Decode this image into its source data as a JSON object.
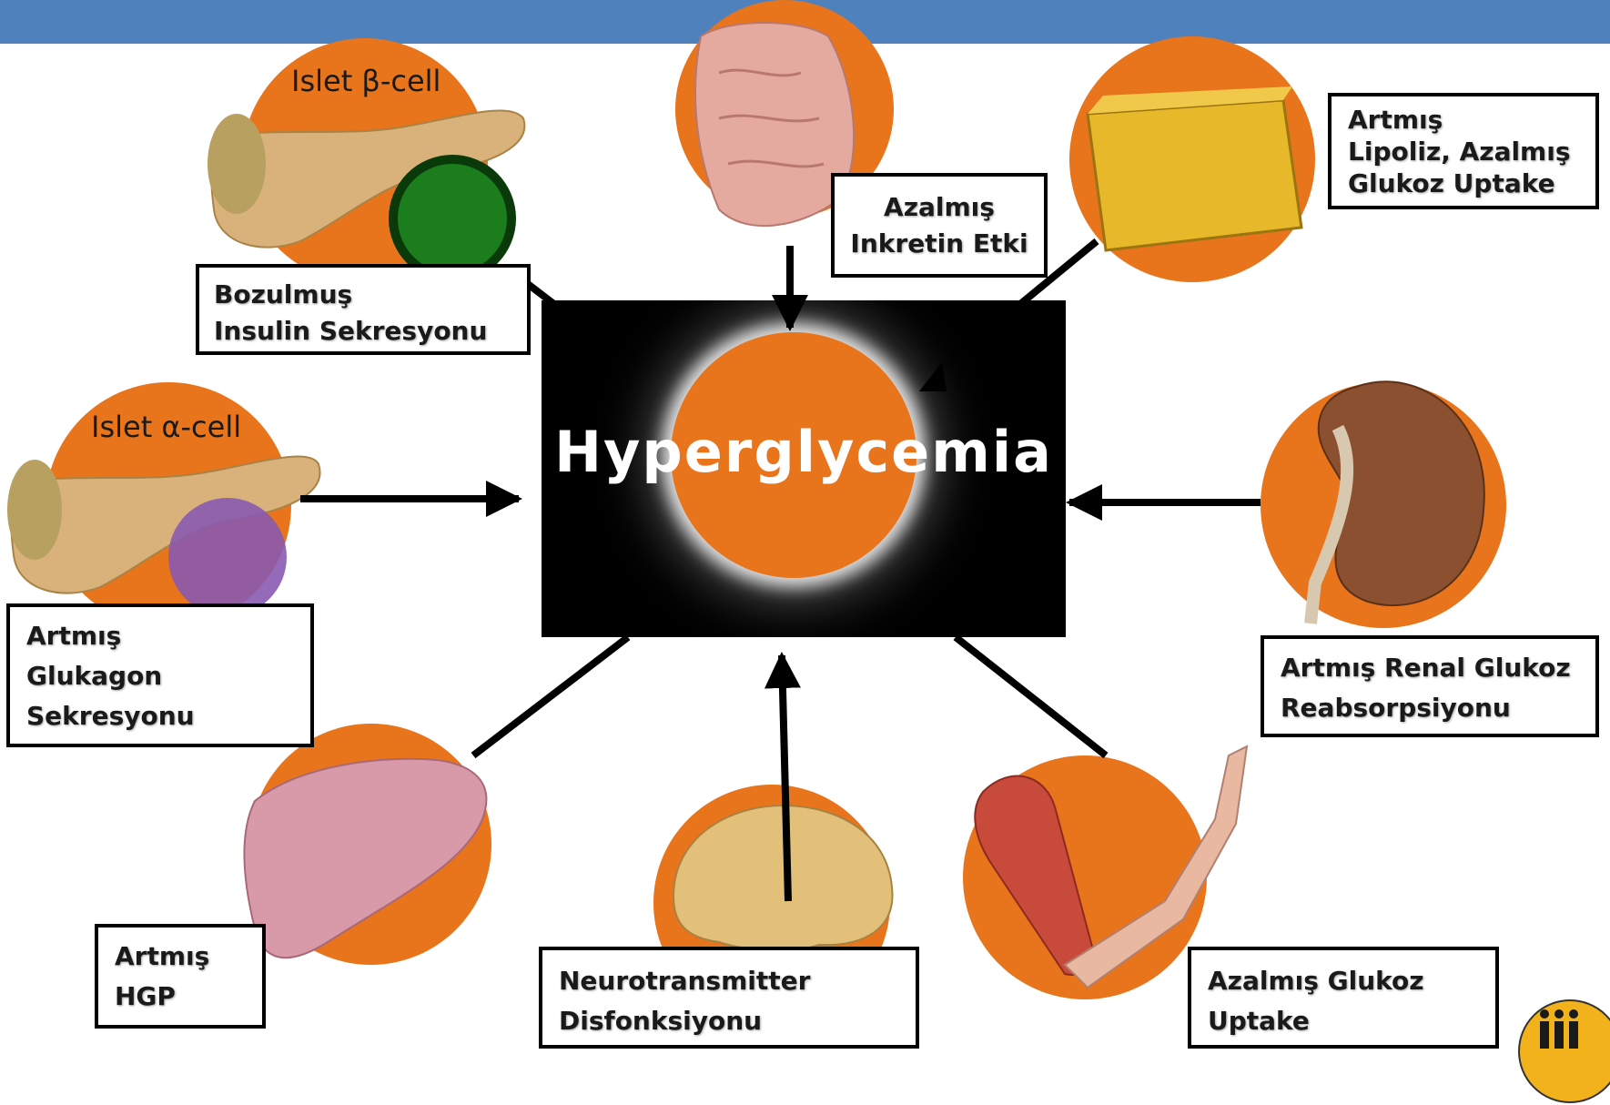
{
  "title": "Hyperglycemia",
  "colors": {
    "top_bar": "#4f81bd",
    "organ_circle": "#e8741c",
    "center_background": "#000000",
    "label_border": "#000000"
  },
  "organ_images": [
    "pancreas-beta-illustration",
    "intestine-illustration",
    "adipose-tissue-illustration",
    "pancreas-alpha-illustration",
    "kidney-illustration",
    "liver-illustration",
    "brain-illustration",
    "muscle-arm-illustration"
  ],
  "cell_labels": {
    "beta": "Islet β-cell",
    "alpha": "Islet α-cell"
  },
  "labels": {
    "beta_line1": "Bozulmuş",
    "beta_line2": "Insulin Sekresyonu",
    "gut_line1": "Azalmış",
    "gut_line2": "Inkretin Etki",
    "fat_line1": "Artmış",
    "fat_line2": "Lipoliz, Azalmış",
    "fat_line3": "Glukoz Uptake",
    "alpha_line1": "Artmış",
    "alpha_line2": "Glukagon",
    "alpha_line3": "Sekresyonu",
    "kidney_line1": "Artmış Renal Glukoz",
    "kidney_line2": "Reabsorpsiyonu",
    "liver_line1": "Artmış",
    "liver_line2": "HGP",
    "brain_line1": "Neurotransmitter",
    "brain_line2": "Disfonksiyonu",
    "muscle_line1": "Azalmış Glukoz",
    "muscle_line2": "Uptake"
  }
}
